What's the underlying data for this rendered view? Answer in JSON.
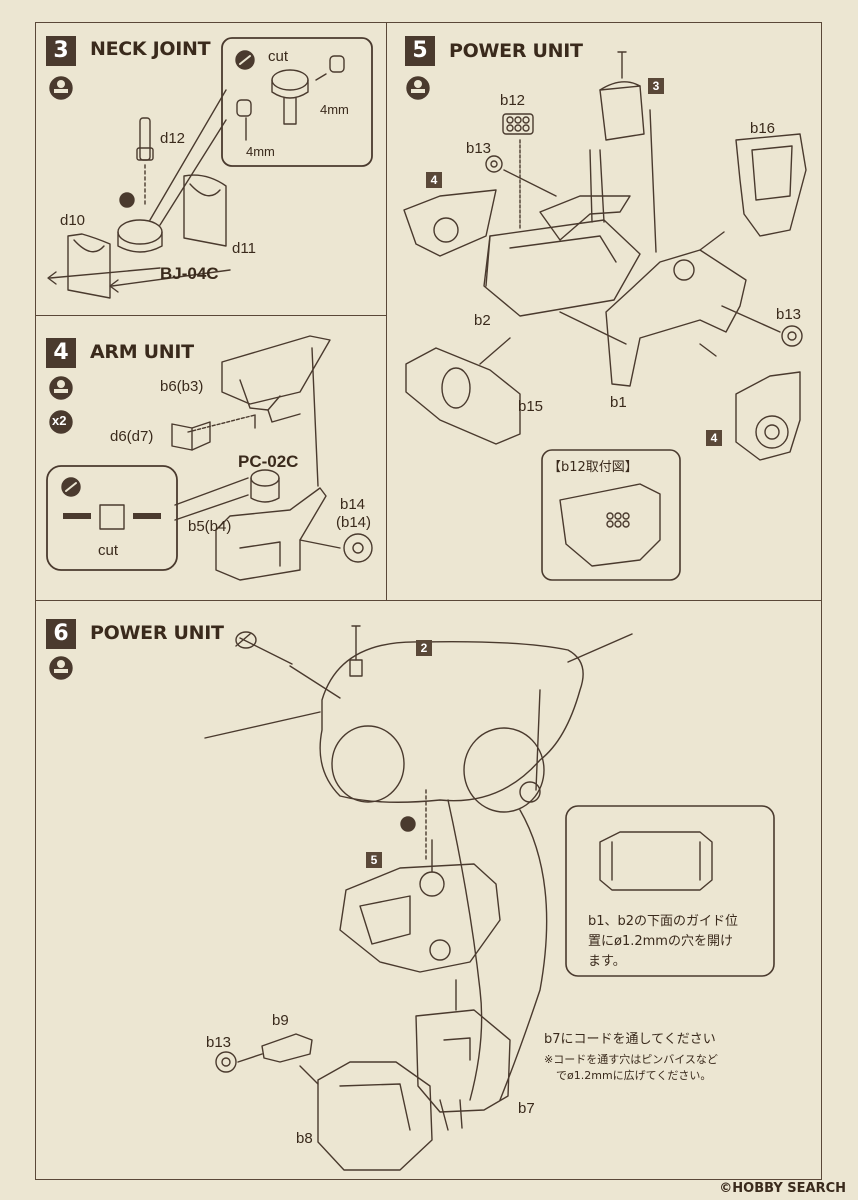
{
  "step3": {
    "number": "3",
    "title": "NECK JOINT",
    "cut": "cut",
    "dim1": "4mm",
    "dim2": "4mm",
    "parts": {
      "d12": "d12",
      "d10": "d10",
      "d11": "d11",
      "bj": "BJ-04C"
    }
  },
  "step4": {
    "number": "4",
    "title": "ARM UNIT",
    "multiplier": "x2",
    "cut": "cut",
    "parts": {
      "b6": "b6(b3)",
      "d6": "d6(d7)",
      "pc": "PC-02C",
      "b5": "b5(b4)",
      "b14": "b14",
      "b14b": "(b14)"
    }
  },
  "step5": {
    "number": "5",
    "title": "POWER UNIT",
    "parts": {
      "b12": "b12",
      "b13a": "b13",
      "b16": "b16",
      "b13b": "b13",
      "b2": "b2",
      "b15": "b15",
      "b1": "b1"
    },
    "tags": {
      "t3": "3",
      "t4a": "4",
      "t4b": "4"
    },
    "callout_title": "【b12取付図】"
  },
  "step6": {
    "number": "6",
    "title": "POWER UNIT",
    "tags": {
      "t2": "2",
      "t5": "5"
    },
    "note_holes": [
      "b1、b2の下面のガイド位",
      "置にø1.2mmの穴を開け",
      "ます。"
    ],
    "note_cord": "b7にコードを通してください",
    "note_cord_sub": [
      "※コードを通す穴はピンバイスなど",
      "でø1.2mmに広げてください。"
    ],
    "parts": {
      "b13": "b13",
      "b9": "b9",
      "b8": "b8",
      "b7": "b7"
    }
  },
  "watermark": "©HOBBY SEARCH",
  "colors": {
    "ink": "#3a2a1c",
    "paper": "#ece6d2",
    "tag": "#5a4838"
  }
}
